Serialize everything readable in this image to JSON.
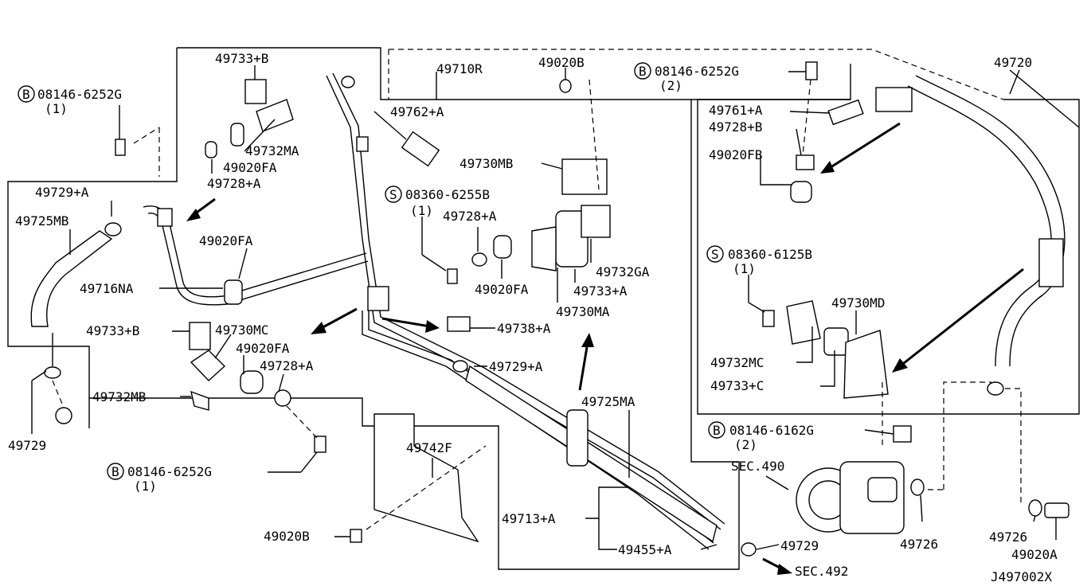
{
  "diagram_code": "J497002X",
  "labels": {
    "p_49733B_top": "49733+B",
    "p_08146_6252G_tl": "08146-6252G",
    "p_08146_6252G_tl_qty": "(1)",
    "p_49732MA": "49732MA",
    "p_49020FA_1": "49020FA",
    "p_49728A_1": "49728+A",
    "p_49729A_1": "49729+A",
    "p_49725MB": "49725MB",
    "p_49020FA_2": "49020FA",
    "p_49716NA": "49716NA",
    "p_49733B_mid": "49733+B",
    "p_49730MC": "49730MC",
    "p_49020FA_3": "49020FA",
    "p_49728A_3": "49728+A",
    "p_49732MB": "49732MB",
    "p_49729_left": "49729",
    "p_08146_6252G_bl": "08146-6252G",
    "p_08146_6252G_bl_qty": "(1)",
    "p_49742F": "49742F",
    "p_49020B_bottom": "49020B",
    "p_49710R": "49710R",
    "p_49020B_top": "49020B",
    "p_49762A": "49762+A",
    "p_49730MB": "49730MB",
    "p_08360_6255B": "08360-6255B",
    "p_08360_6255B_qty": "(1)",
    "p_49728A_2": "49728+A",
    "p_49732GA": "49732GA",
    "p_49020FA_4": "49020FA",
    "p_49733A": "49733+A",
    "p_49730MA": "49730MA",
    "p_49738A": "49738+A",
    "p_49729A_2": "49729+A",
    "p_49725MA": "49725MA",
    "p_49713A": "49713+A",
    "p_49455A": "49455+A",
    "p_49729_bottom": "49729",
    "p_SEC492": "SEC.492",
    "p_SEC490": "SEC.490",
    "p_49726_mid": "49726",
    "p_49726_right": "49726",
    "p_49020A": "49020A",
    "p_08146_6252G_tr": "08146-6252G",
    "p_08146_6252G_tr_qty": "(2)",
    "p_49720": "49720",
    "p_49761A": "49761+A",
    "p_49728B": "49728+B",
    "p_49020FB": "49020FB",
    "p_08360_6125B": "08360-6125B",
    "p_08360_6125B_qty": "(1)",
    "p_49730MD": "49730MD",
    "p_49732MC": "49732MC",
    "p_49733C": "49733+C",
    "p_08146_6162G": "08146-6162G",
    "p_08146_6162G_qty": "(2)"
  },
  "badges": {
    "bolt_B": "B",
    "screw_S": "S"
  }
}
